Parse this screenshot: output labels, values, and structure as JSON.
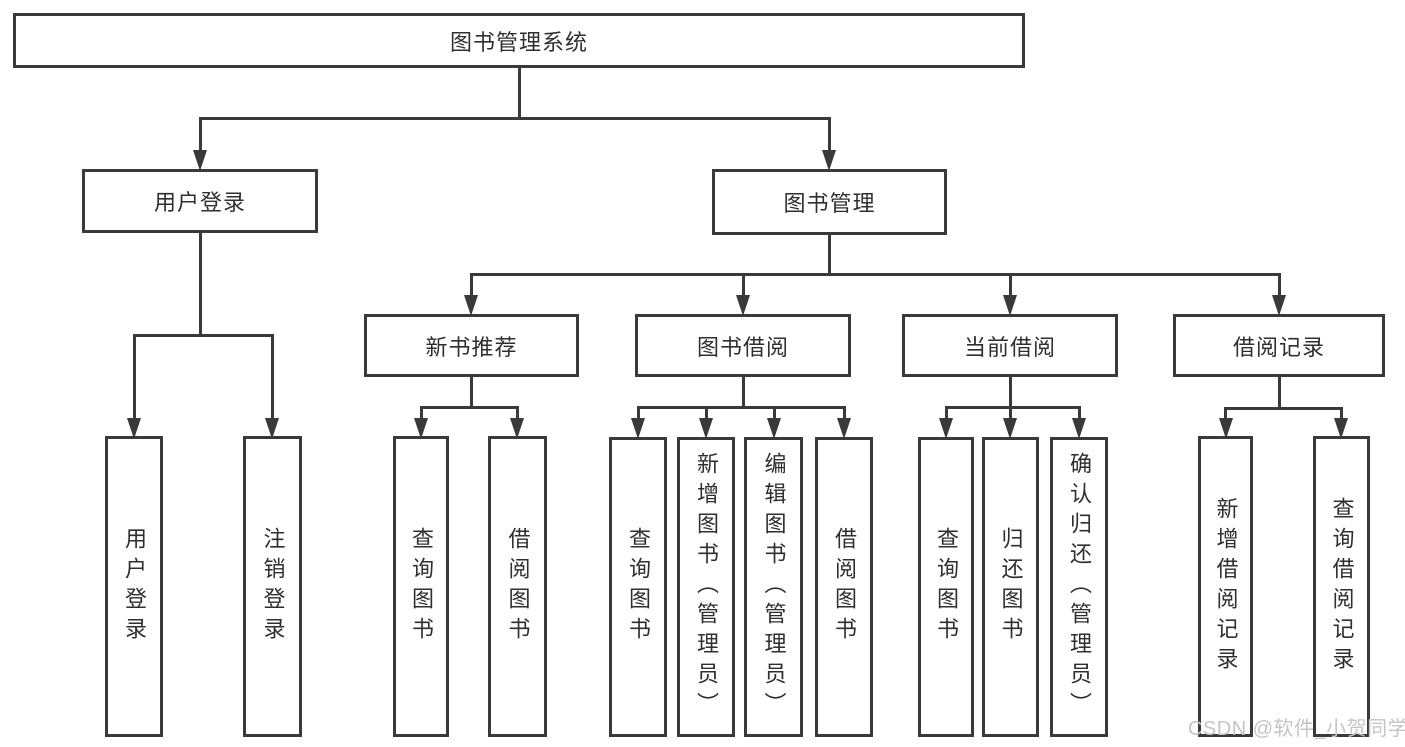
{
  "watermark": {
    "text": "CSDN @软件_小贺同学"
  },
  "colors": {
    "line": "#3a3a3a",
    "text": "#2f2f2f",
    "watermark": "#c5c5c5",
    "background": "#ffffff"
  },
  "tree": {
    "label": "图书管理系统",
    "children": [
      {
        "label": "用户登录",
        "children": [
          {
            "label": "用户登录"
          },
          {
            "label": "注销登录"
          }
        ]
      },
      {
        "label": "图书管理",
        "children": [
          {
            "label": "新书推荐",
            "children": [
              {
                "label": "查询图书"
              },
              {
                "label": "借阅图书"
              }
            ]
          },
          {
            "label": "图书借阅",
            "children": [
              {
                "label": "查询图书"
              },
              {
                "label": "新增图书（管理员）"
              },
              {
                "label": "编辑图书（管理员）"
              },
              {
                "label": "借阅图书"
              }
            ]
          },
          {
            "label": "当前借阅",
            "children": [
              {
                "label": "查询图书"
              },
              {
                "label": "归还图书"
              },
              {
                "label": "确认归还（管理员）"
              }
            ]
          },
          {
            "label": "借阅记录",
            "children": [
              {
                "label": "新增借阅记录"
              },
              {
                "label": "查询借阅记录"
              }
            ]
          }
        ]
      }
    ]
  }
}
